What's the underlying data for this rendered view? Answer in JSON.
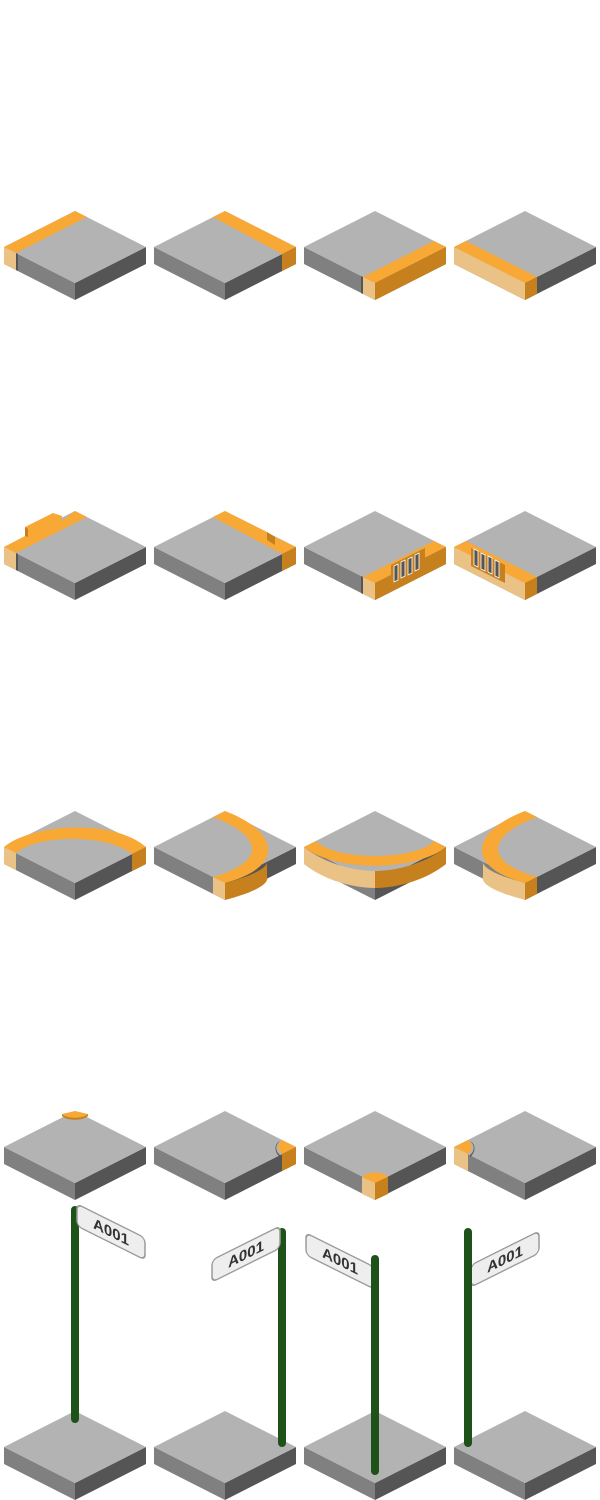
{
  "sheet": {
    "rows": [
      {
        "name": "straight-curb",
        "tiles": [
          {
            "variant": "curb-nw"
          },
          {
            "variant": "curb-ne"
          },
          {
            "variant": "curb-se"
          },
          {
            "variant": "curb-sw"
          }
        ]
      },
      {
        "name": "curb-with-driveway-or-drain",
        "tiles": [
          {
            "variant": "curb-nw-notch"
          },
          {
            "variant": "curb-ne-notch"
          },
          {
            "variant": "curb-se-drain"
          },
          {
            "variant": "curb-sw-drain"
          }
        ]
      },
      {
        "name": "rounded-curb",
        "tiles": [
          {
            "variant": "round-north"
          },
          {
            "variant": "round-east"
          },
          {
            "variant": "round-south"
          },
          {
            "variant": "round-west"
          }
        ]
      },
      {
        "name": "corner-curb",
        "tiles": [
          {
            "variant": "corner-n"
          },
          {
            "variant": "corner-e"
          },
          {
            "variant": "corner-s"
          },
          {
            "variant": "corner-w"
          }
        ]
      },
      {
        "name": "street-sign",
        "tiles": [
          {
            "variant": "sign-left"
          },
          {
            "variant": "sign-right"
          },
          {
            "variant": "sign-front"
          },
          {
            "variant": "sign-back"
          }
        ]
      }
    ],
    "sign_label": "A001"
  },
  "colors": {
    "road_top": "#b3b3b3",
    "road_left": "#808080",
    "road_right": "#555555",
    "curb_top": "#f7a835",
    "curb_left": "#eac285",
    "curb_right": "#c6801e",
    "pole": "#1e5218",
    "sign_face": "#eeeeee",
    "sign_edge": "#9a9a9a",
    "sign_text": "#333333"
  }
}
